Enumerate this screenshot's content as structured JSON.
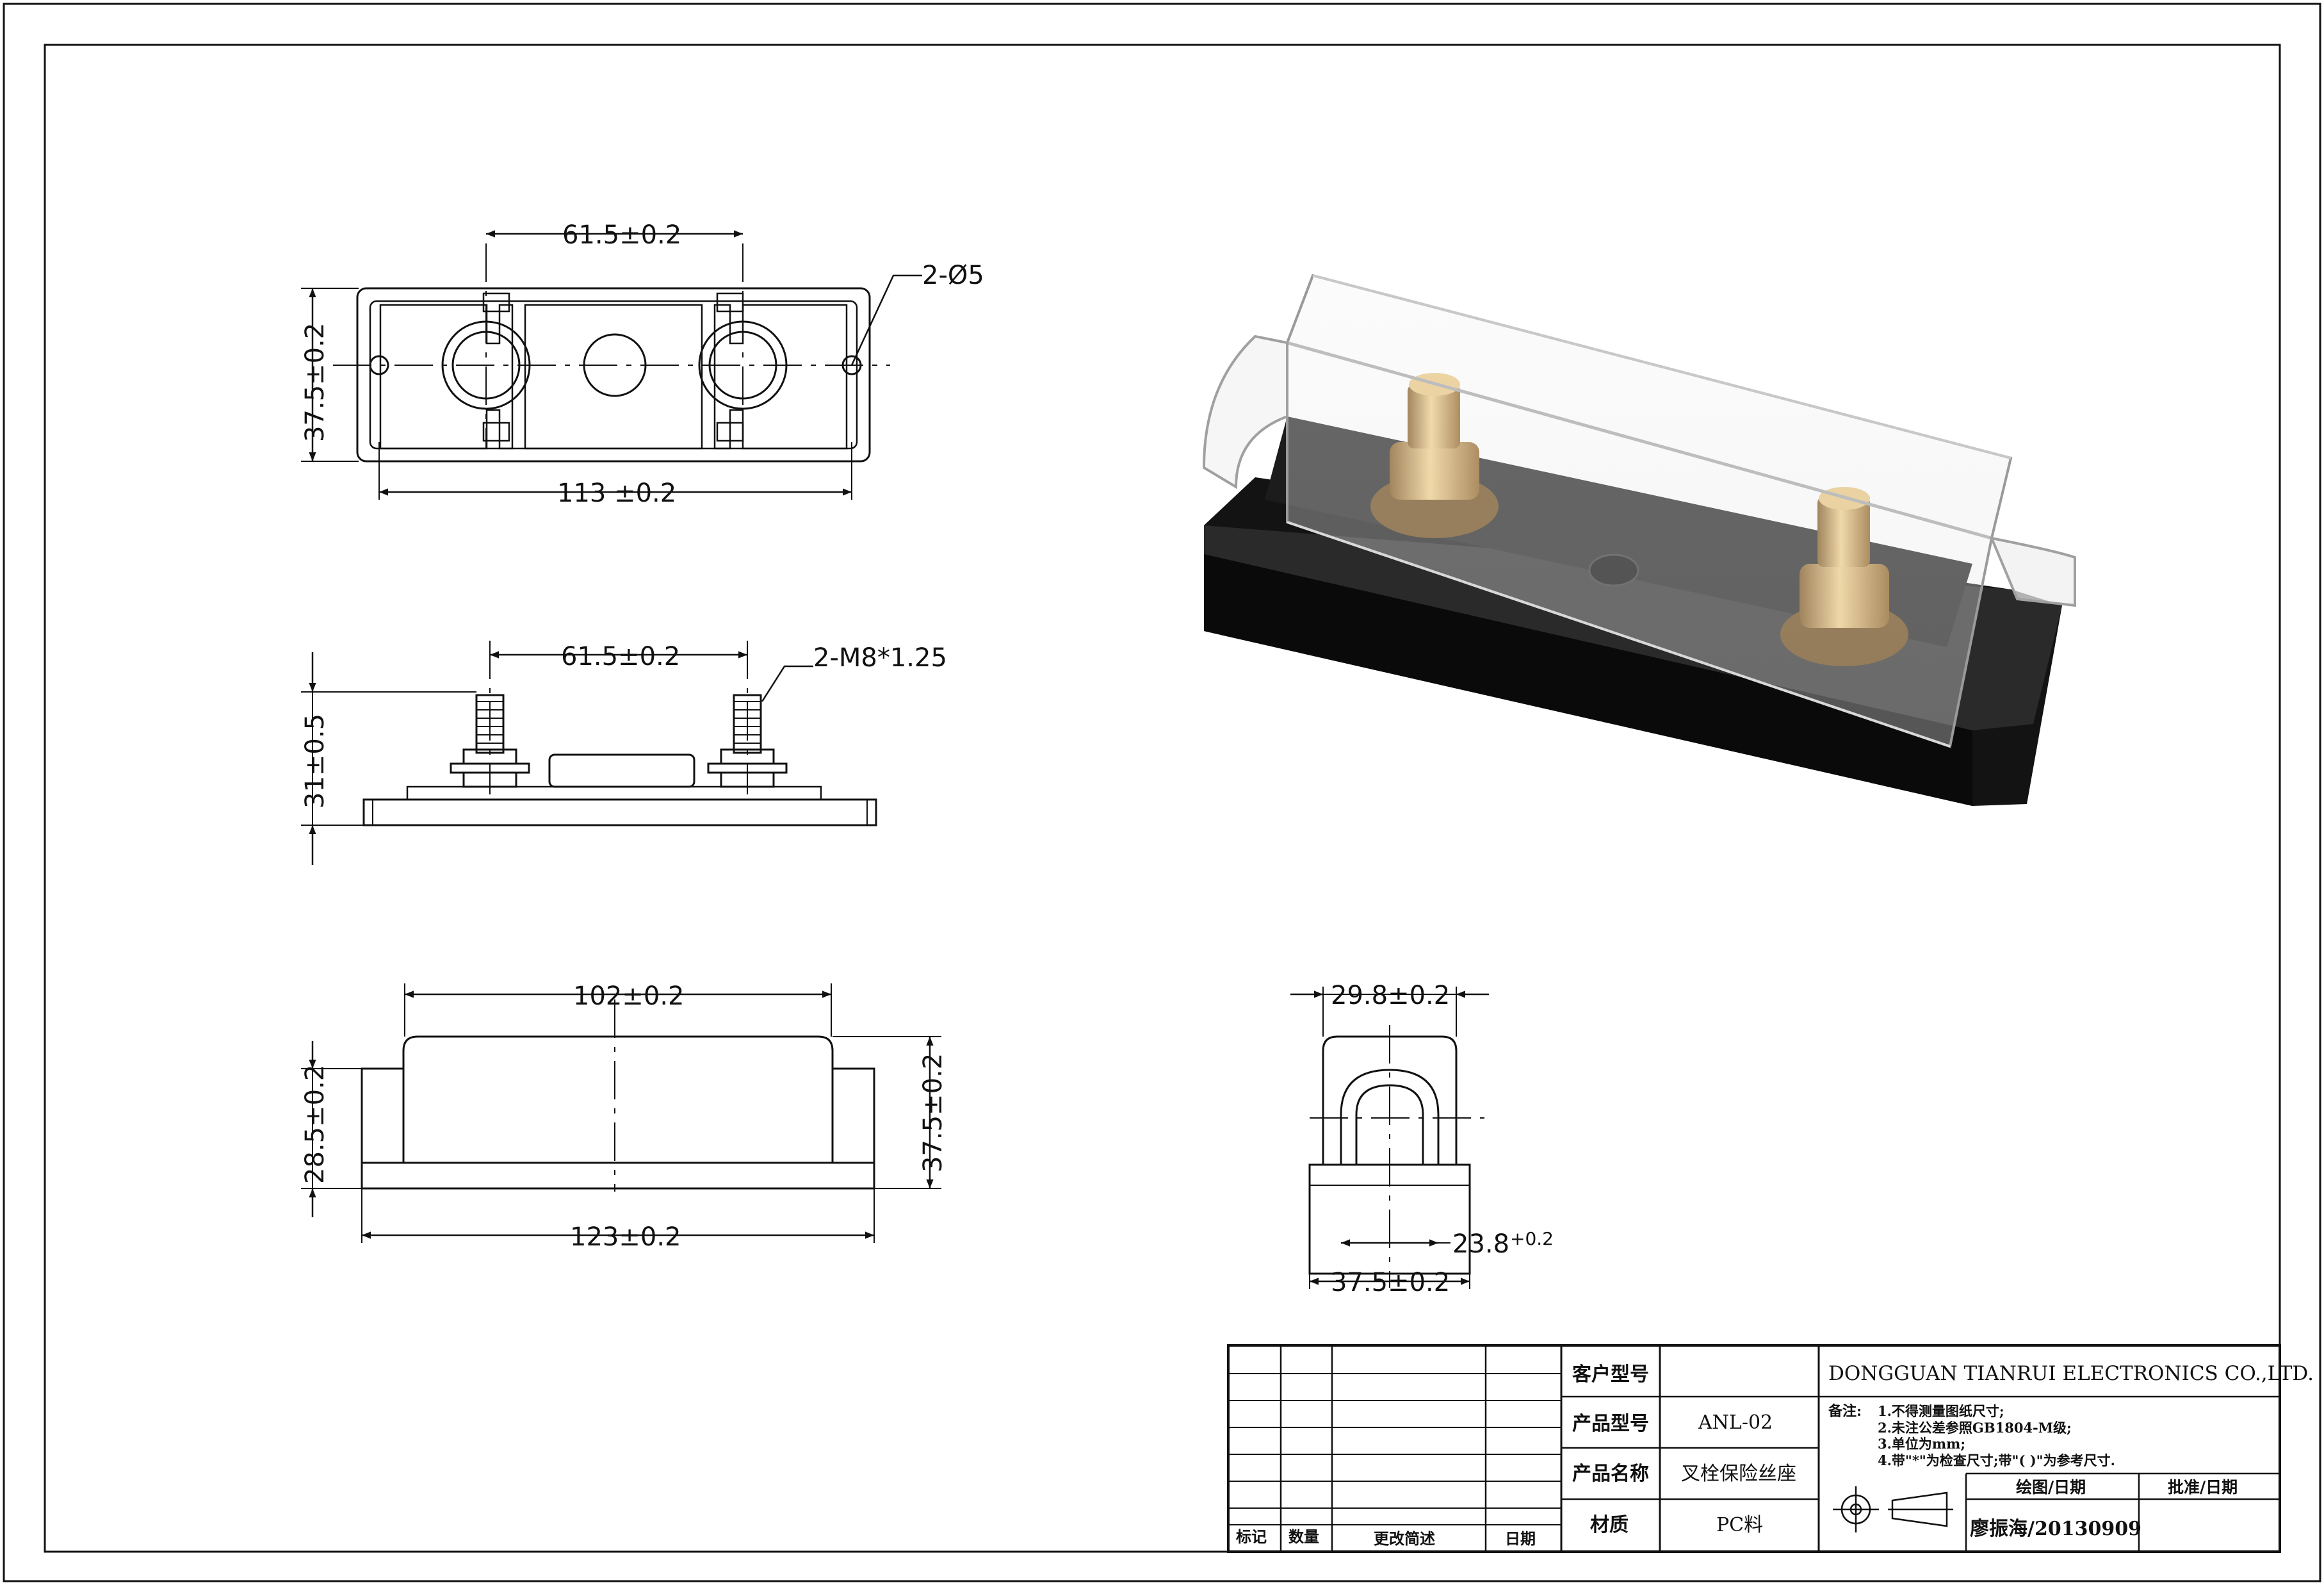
{
  "dimensions": {
    "top_hole_pitch": "61.5±0.2",
    "top_hole_spec": "2-Ø5",
    "top_height": "37.5±0.2",
    "top_length": "113 ±0.2",
    "side_stud_pitch": "61.5±0.2",
    "side_thread": "2-M8*1.25",
    "side_height": "31±0.5",
    "front_cover_length": "102±0.2",
    "front_cover_height": "28.5±0.2",
    "front_total_height": "37.5±0.2",
    "front_base_length": "123±0.2",
    "end_top_width": "29.8±0.2",
    "end_inner_width": "23.8",
    "end_inner_tol": "+0.2",
    "end_base_width": "37.5±0.2"
  },
  "title_block": {
    "company": "DONGGUAN TIANRUI ELECTRONICS CO.,LTD.",
    "customer_model_label": "客户型号",
    "customer_model_value": "",
    "product_model_label": "产品型号",
    "product_model_value": "ANL-02",
    "product_name_label": "产品名称",
    "product_name_value": "叉栓保险丝座",
    "material_label": "材质",
    "material_value": "PC料",
    "notes_label": "备注:",
    "notes": [
      "1.不得测量图纸尺寸;",
      "2.未注公差参照GB1804-M级;",
      "3.单位为mm;",
      "4.带\"*\"为检查尺寸;带\"( )\"为参考尺寸."
    ],
    "drawn_label": "绘图/日期",
    "approved_label": "批准/日期",
    "drawn_value": "廖振海/20130909",
    "rev_mark_label": "标记",
    "rev_qty_label": "数量",
    "rev_desc_label": "更改简述",
    "rev_date_label": "日期"
  },
  "colors": {
    "line": "#111111",
    "background": "#ffffff",
    "gold": "#c8963c",
    "base": "#111111"
  }
}
